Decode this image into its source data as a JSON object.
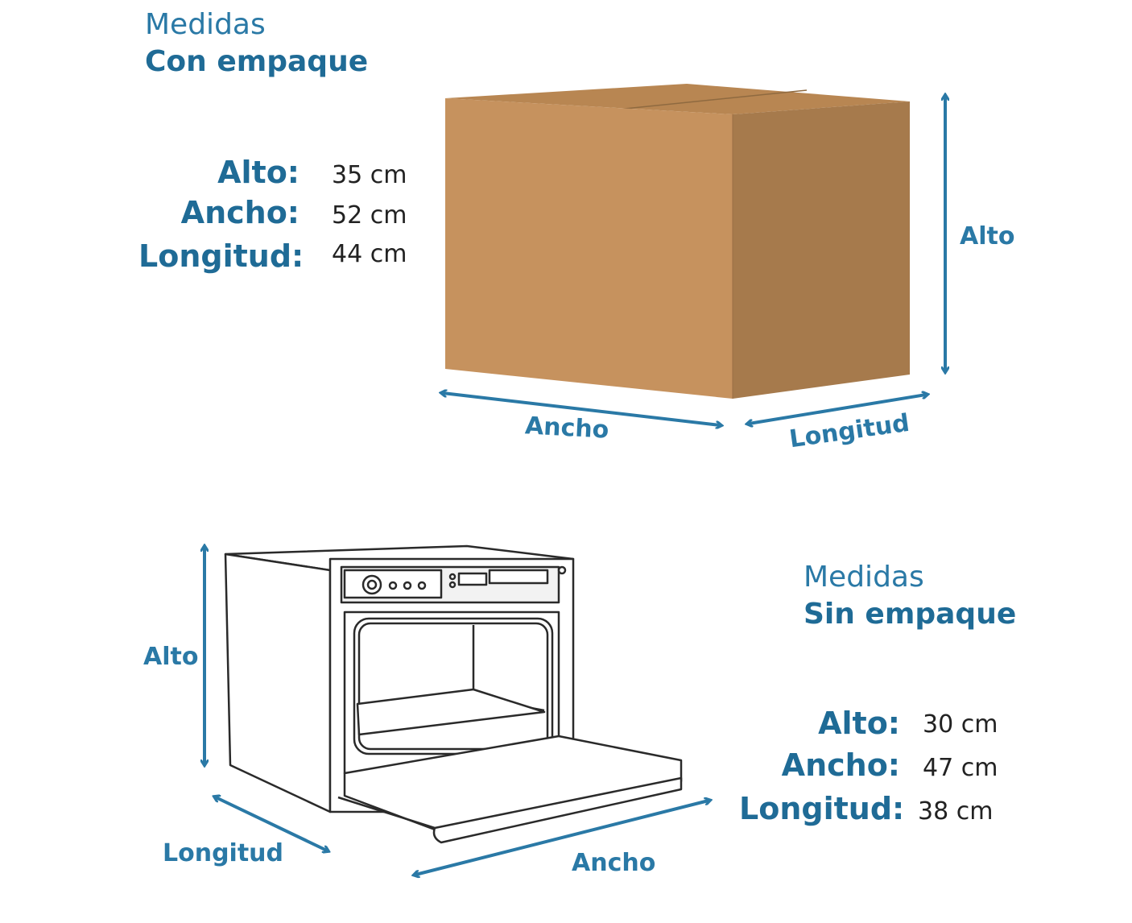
{
  "colors": {
    "accent": "#1f6b96",
    "arrow": "#2a79a6",
    "box_front": "#c6925e",
    "box_side": "#a67a4c",
    "box_top": "#b88652"
  },
  "packaged": {
    "title_line1": "Medidas",
    "title_line2": "Con empaque",
    "specs": [
      {
        "label": "Alto:",
        "value": "35 cm"
      },
      {
        "label": "Ancho:",
        "value": "52 cm"
      },
      {
        "label": "Longitud:",
        "value": "44 cm"
      }
    ],
    "dim_labels": {
      "height": "Alto",
      "width": "Ancho",
      "length": "Longitud"
    }
  },
  "unpackaged": {
    "title_line1": "Medidas",
    "title_line2": "Sin empaque",
    "specs": [
      {
        "label": "Alto:",
        "value": "30 cm"
      },
      {
        "label": "Ancho:",
        "value": "47 cm"
      },
      {
        "label": "Longitud:",
        "value": "38 cm"
      }
    ],
    "dim_labels": {
      "height": "Alto",
      "width": "Ancho",
      "length": "Longitud"
    }
  }
}
